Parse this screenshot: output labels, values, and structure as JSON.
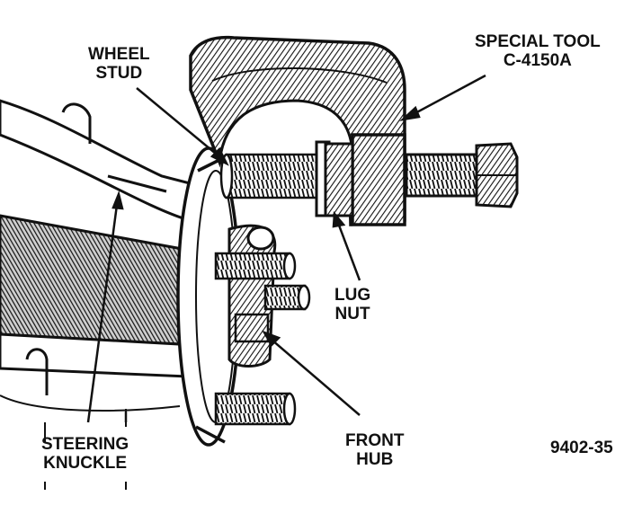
{
  "labels": {
    "wheel_stud": [
      "WHEEL",
      "STUD"
    ],
    "special_tool": [
      "SPECIAL TOOL",
      "C-4150A"
    ],
    "lug_nut": [
      "LUG",
      "NUT"
    ],
    "front_hub": [
      "FRONT",
      "HUB"
    ],
    "steering_knuckle": [
      "STEERING",
      "KNUCKLE"
    ],
    "figure_number": "9402-35"
  },
  "colors": {
    "ink": "#111111",
    "paper": "#ffffff",
    "shade": "#555555"
  }
}
